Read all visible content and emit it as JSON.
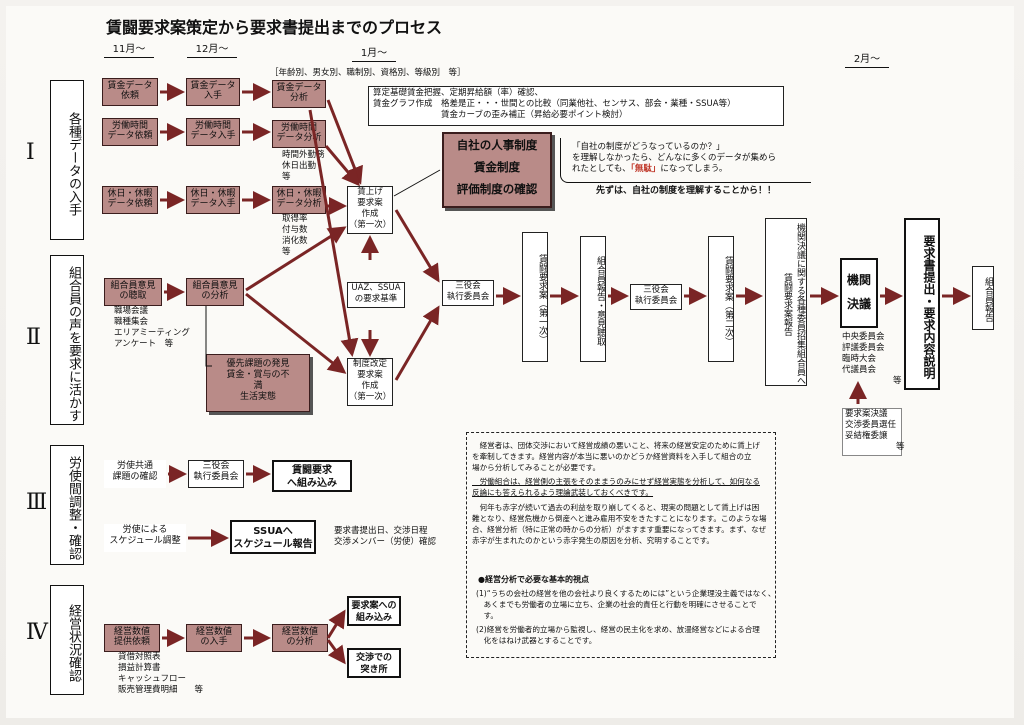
{
  "title": "賃闘要求案策定から要求書提出までのプロセス",
  "months": {
    "m11": "11月〜",
    "m12": "12月〜",
    "m1": "1月〜",
    "m2": "2月〜"
  },
  "sections": [
    {
      "roman": "Ⅰ",
      "label": "各種データの入手"
    },
    {
      "roman": "Ⅱ",
      "label": "組合員の声を要求に活かす"
    },
    {
      "roman": "Ⅲ",
      "label": "労使間調整・確認"
    },
    {
      "roman": "Ⅳ",
      "label": "経営状況確認"
    }
  ],
  "s1": {
    "wage_req": "賃金データ\n依頼",
    "wage_get": "賃金データ\n入手",
    "wage_an": "賃金データ\n分析",
    "time_req": "労働時間\nデータ依頼",
    "time_get": "労働時間\nデータ入手",
    "time_an": "労働時間\nデータ分析",
    "time_sub": "時間外勤務\n休日出勤\n等",
    "hol_req": "休日・休暇\nデータ依頼",
    "hol_get": "休日・休暇\nデータ入手",
    "hol_an": "休日・休暇\nデータ分析",
    "hol_sub": "取得率\n付与数\n消化数\n等",
    "top_note": "［年齢別、男女別、職制別、資格別、等級別　等］",
    "analysis_note": "算定基礎賃金把握、定期昇給額（率）確認、\n賃金グラフ作成　格差是正・・・世間との比較（同業他社、センサス、部会・業種・SSUA等）\n　　　　　　　　賃金カーブの歪み補正（昇給必要ポイント検討）",
    "center_box": "自社の人事制度\n賃金制度\n評価制度の確認",
    "bubble": "「自社の制度がどうなっているのか？」\nを理解しなかったら、どんなに多くのデータが集めら\nれたとしても、「無駄」になってしまう。",
    "bubble_red": "「無駄」",
    "bubble_bold": "先ずは、自社の制度を理解することから！！"
  },
  "center": {
    "raise": "賃上げ\n要求案\n作成\n（第一次）",
    "uaz": "UAZ、SSUA\nの要求基準",
    "reform": "制度改定\n要求案\n作成\n（第一次）",
    "sanyaku1": "三役会\n執行委員会",
    "draft1": "賃闘要求案（第一次）",
    "report": "組合員報告・意見聴取",
    "sanyaku2": "三役会\n執行委員会",
    "draft2": "賃闘要求案（第二次）",
    "kikan_report": "機関決議に関する各種委員招集組合員へ賃闘要求案報告",
    "kikan": "機関\n決議",
    "kikan_list": "中央委員会\n評議委員会\n臨時大会\n代議員会\n　　　　　　等",
    "delegate": "要求案決議\n交渉委員選任\n妥結権委譲\n　　　　　　等",
    "submit": "要求書提出・要求内容説明",
    "final_report": "組合員報告"
  },
  "s2": {
    "listen": "組合員意見\nの聴取",
    "listen_sub": "職場会議\n職種集会\nエリアミーティング\nアンケート　等",
    "analyze": "組合員意見\nの分析",
    "priority": "優先課題の発見\n賃金・賞与の不\n満\n生活実態"
  },
  "s3": {
    "common": "労使共通\n課題の確認",
    "sanyaku": "三役会\n執行委員会",
    "include": "賃闘要求\nへ組み込み",
    "schedule": "労使による\nスケジュール調整",
    "ssua": "SSUAへ\nスケジュール報告",
    "confirm": "要求書提出日、交渉日程\n交渉メンバー（労使）確認"
  },
  "s4": {
    "req": "経営数値\n提供依頼",
    "get": "経営数値\nの入手",
    "an": "経営数値\nの分析",
    "sub": "貸借対照表\n損益計算書\nキャッシュフロー\n販売管理費明細　　等",
    "out1": "要求案への\n組み込み",
    "out2": "交渉での\n突き所"
  },
  "dashed_box": {
    "para1": "　経営者は、団体交渉において経営成績の悪いこと、将来の経営安定のために賃上げ\nを牽制してきます。経営内容が本当に悪いのかどうか経営資料を入手して組合の立\n場から分析してみることが必要です。",
    "para2": "　労働組合は、経営側の主張をそのままうのみにせず経営実態を分析して、如何なる\n反論にも答えられるよう理論武装しておくべきです。",
    "para3": "　何年も赤字が続いて過去の利益を取り崩してくると、現実の問題として賃上げは困\n難となり、経営危機から倒産へと進み雇用不安をきたすことになります。このような場\n合、経営分析（特に正常の時からの分析）がますます重要になってきます。まず、なぜ\n赤字が生まれたのかという赤字発生の原因を分析、究明することです。",
    "heading": "●経営分析で必要な基本的視点",
    "point1": "(1)“うちの会社の経営を他の会社より良くするためには”という企業理没主義ではなく、\n　あくまでも労働者の立場に立ち、企業の社会的責任と行動を明確にさせることで\n　す。",
    "point2": "(2)経営を労働者的立場から監視し、経営の民主化を求め、放漫経営などによる合理\n　化をはねけ武器とすることです。"
  },
  "colors": {
    "red_box": "#b98b88",
    "emphasis": "#c0392b"
  }
}
